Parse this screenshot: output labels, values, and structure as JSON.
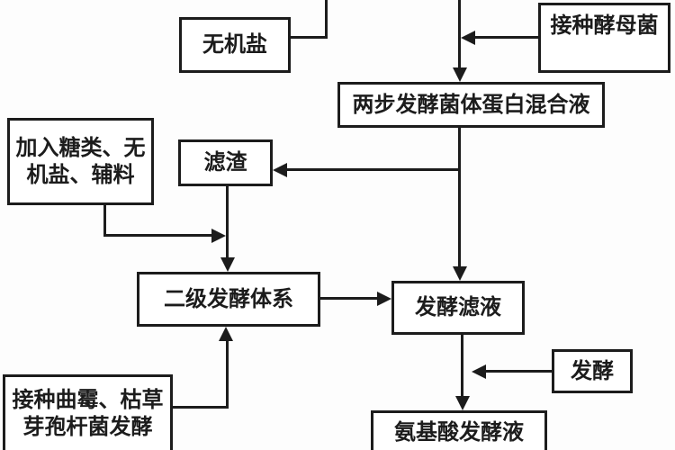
{
  "diagram_type": "flowchart",
  "nodes": {
    "inorganic_salt": "无机盐",
    "inoculate_yeast": "接种酵母菌",
    "two_step_mixture": "两步发酵菌体蛋白混合液",
    "add_sugar_salt_aux": "加入糖类、无机盐、辅料",
    "filter_residue": "滤渣",
    "secondary_system": "二级发酵体系",
    "inoculate_mold": "接种曲霉、枯草芽孢杆菌发酵",
    "fermentation_filtrate": "发酵滤液",
    "fermentation": "发酵",
    "amino_acid_broth": "氨基酸发酵液"
  },
  "edges": [
    "无机盐 → (上方汇入主流程线)",
    "接种酵母菌 → 主流程线 → 两步发酵菌体蛋白混合液",
    "两步发酵菌体蛋白混合液 → 滤渣",
    "两步发酵菌体蛋白混合液 → 发酵滤液",
    "滤渣 → 二级发酵体系",
    "加入糖类、无机盐、辅料 → 二级发酵体系",
    "接种曲霉、枯草芽孢杆菌发酵 → 二级发酵体系",
    "二级发酵体系 → 发酵滤液",
    "发酵 → (汇入) 发酵滤液→氨基酸发酵液",
    "发酵滤液 → 氨基酸发酵液"
  ],
  "colors": {
    "ink": "#1c1c1c",
    "background": "#fdfdfd"
  }
}
